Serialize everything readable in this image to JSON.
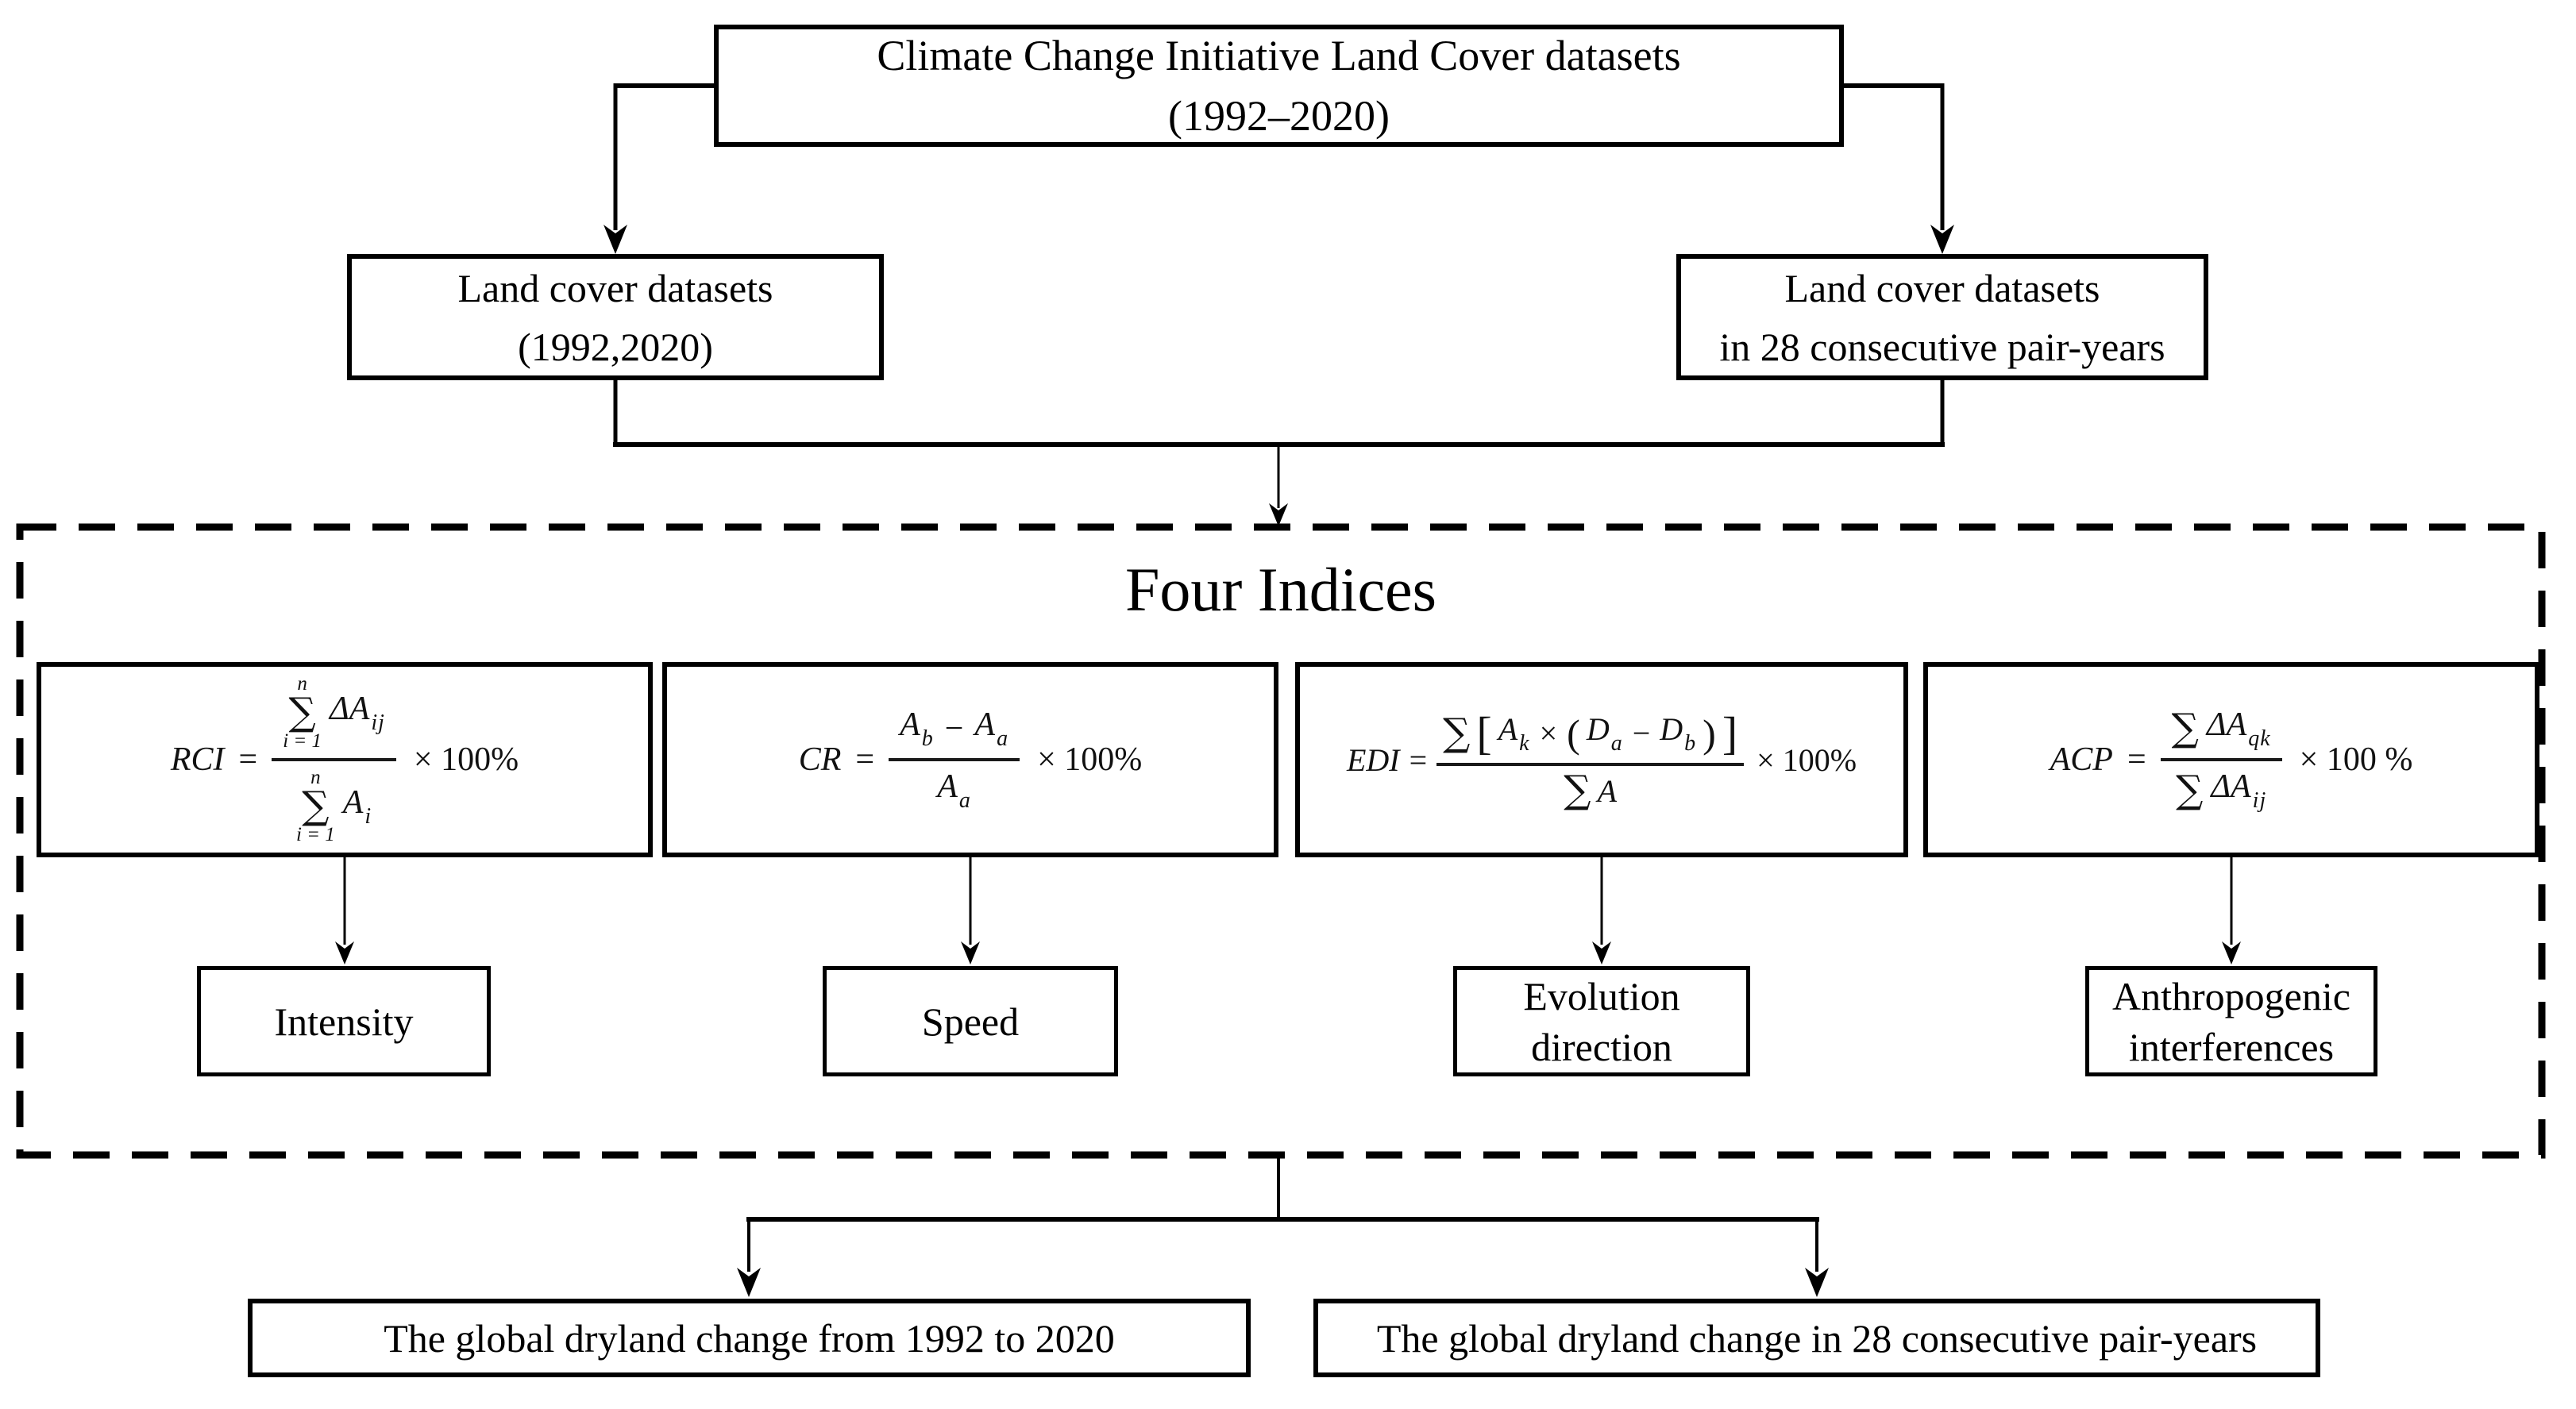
{
  "palette": {
    "ink": "#000000",
    "paper": "#ffffff",
    "formula_ink": "#111111"
  },
  "top_box": {
    "line1": "Climate Change Initiative Land Cover datasets",
    "line2": "(1992–2020)"
  },
  "source_left_box": {
    "line1": "Land cover datasets",
    "line2": "(1992,2020)"
  },
  "source_right_box": {
    "line1": "Land cover datasets",
    "line2": "in 28 consecutive pair-years"
  },
  "indices_panel": {
    "title": "Four Indices",
    "formulas": {
      "rci": {
        "lhs": "RCI",
        "eq": "=",
        "sum": "∑",
        "num_limit_top": "n",
        "num_limit_bottom": "i = 1",
        "num_var": "ΔA",
        "num_sub": "ij",
        "den_limit_top": "n",
        "den_limit_bottom": "i = 1",
        "den_var": "A",
        "den_sub": "i",
        "suffix": "× 100%"
      },
      "cr": {
        "lhs": "CR",
        "eq": "=",
        "num_var1": "A",
        "num_sub1": "b",
        "minus": "−",
        "num_var2": "A",
        "num_sub2": "a",
        "den_var": "A",
        "den_sub": "a",
        "suffix": "× 100%"
      },
      "edi": {
        "lhs": "EDI",
        "eq": "=",
        "sum": "∑",
        "lbracket": "[",
        "var1": "A",
        "sub1": "k",
        "times": "×",
        "lparen": "(",
        "var2": "D",
        "sub2": "a",
        "minus": "−",
        "var3": "D",
        "sub3": "b",
        "rparen": ")",
        "rbracket": "]",
        "den_sum": "∑",
        "den_var": "A",
        "suffix": "× 100%"
      },
      "acp": {
        "lhs": "ACP",
        "eq": "=",
        "num_sum": "∑",
        "num_var": "ΔA",
        "num_sub": "qk",
        "den_sum": "∑",
        "den_var": "ΔA",
        "den_sub": "ij",
        "suffix": "× 100 %"
      }
    },
    "outcomes": {
      "intensity": "Intensity",
      "speed": "Speed",
      "evolution": "Evolution direction",
      "anthropogenic": "Anthropogenic interferences"
    }
  },
  "results": {
    "left": "The global dryland change from 1992 to 2020",
    "right": "The global dryland change in 28 consecutive pair-years"
  }
}
